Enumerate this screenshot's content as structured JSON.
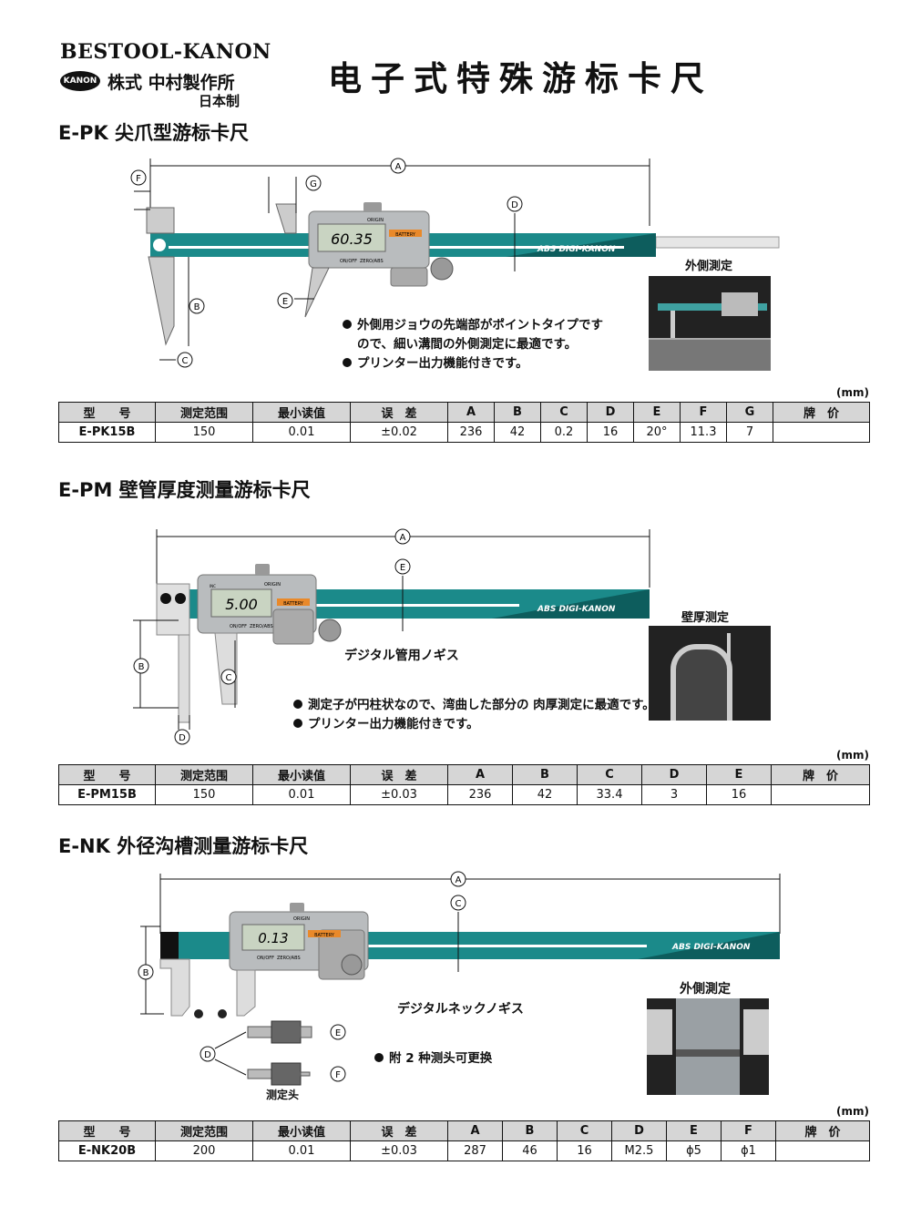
{
  "brand": {
    "top": "BESTOOL-KANON",
    "logo": "KANON",
    "company": "株式 中村製作所",
    "made_in": "日本制"
  },
  "page_title": "电子式特殊游标卡尺",
  "unit": "(mm)",
  "sections": [
    {
      "title": "E-PK  尖爪型游标卡尺",
      "display_value": "60.35",
      "illus_labels": {
        "origin": "ORIGIN",
        "battery": "BATTERY",
        "onoff": "ON/OFF",
        "zero": "ZERO/ABS",
        "scale_brand": "ABS  DIGI-KANON"
      },
      "dims": [
        "A",
        "B",
        "C",
        "D",
        "E",
        "F",
        "G"
      ],
      "photo_caption": "外側測定",
      "notes": [
        "外側用ジョウの先端部がポイントタイプです",
        "ので、細い溝間の外側測定に最適です。",
        "プリンター出力機能付きです。"
      ],
      "table": {
        "headers": [
          "型　　号",
          "测定范围",
          "最小读值",
          "误　差",
          "A",
          "B",
          "C",
          "D",
          "E",
          "F",
          "G",
          "牌　价"
        ],
        "row": [
          "E-PK15B",
          "150",
          "0.01",
          "±0.02",
          "236",
          "42",
          "0.2",
          "16",
          "20°",
          "11.3",
          "7",
          ""
        ]
      }
    },
    {
      "title": "E-PM  壁管厚度测量游标卡尺",
      "display_value": "5.00",
      "illus_labels": {
        "origin": "ORIGIN",
        "battery": "BATTERY",
        "onoff": "ON/OFF",
        "zero": "ZERO/ABS",
        "inc": "INC",
        "scale_brand": "ABS  DIGI-KANON"
      },
      "dims": [
        "A",
        "B",
        "C",
        "D",
        "E"
      ],
      "caption": "デジタル管用ノギス",
      "photo_caption": "壁厚测定",
      "notes": [
        "測定子が円柱状なので、湾曲した部分の 肉厚測定に最適です。",
        "プリンター出力機能付きです。"
      ],
      "table": {
        "headers": [
          "型　　号",
          "测定范围",
          "最小读值",
          "误　差",
          "A",
          "B",
          "C",
          "D",
          "E",
          "牌　价"
        ],
        "row": [
          "E-PM15B",
          "150",
          "0.01",
          "±0.03",
          "236",
          "42",
          "33.4",
          "3",
          "16",
          ""
        ]
      }
    },
    {
      "title": "E-NK  外径沟槽测量游标卡尺",
      "display_value": "0.13",
      "illus_labels": {
        "origin": "ORIGIN",
        "battery": "BATTERY",
        "onoff": "ON/OFF",
        "zero": "ZERO/ABS",
        "scale_brand": "ABS  DIGI-KANON"
      },
      "dims": [
        "A",
        "B",
        "C",
        "D",
        "E",
        "F"
      ],
      "caption": "デジタルネックノギス",
      "tip_caption": "测定头",
      "photo_caption": "外側測定",
      "notes": [
        "附 2 种测头可更换"
      ],
      "table": {
        "headers": [
          "型　　号",
          "测定范围",
          "最小读值",
          "误　差",
          "A",
          "B",
          "C",
          "D",
          "E",
          "F",
          "牌　价"
        ],
        "row": [
          "E-NK20B",
          "200",
          "0.01",
          "±0.03",
          "287",
          "46",
          "16",
          "M2.5",
          "ϕ5",
          "ϕ1",
          ""
        ]
      }
    }
  ],
  "colors": {
    "scale_teal": "#1b8a8a",
    "body_gray": "#b9bcbe",
    "lcd": "#c9d4c2",
    "battery_orange": "#e9892a"
  }
}
